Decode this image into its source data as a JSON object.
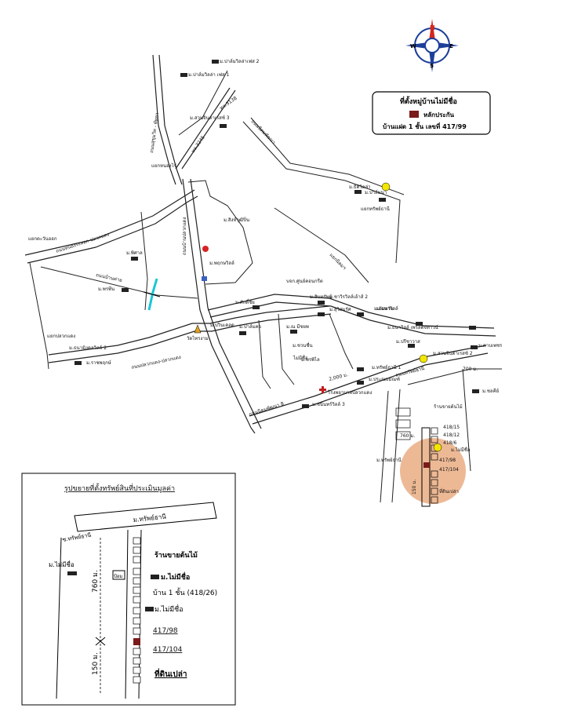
{
  "compass": {
    "n": "N",
    "s": "S",
    "e": "E",
    "w": "W"
  },
  "legend": {
    "title": "ที่ตั้งหมู่บ้านไม่มีชื่อ",
    "marker_label": "หลักประกัน",
    "property": "บ้านแฝด 1 ชั้น เลขที่ 417/99"
  },
  "colors": {
    "collateral": "#7a1a1a",
    "highlight_circle": "#e8a77a",
    "marker_yellow": "#f2e600",
    "river_arrow": "#19c6d6"
  },
  "map": {
    "places": {
      "p1": "ม.ปาล์มวิลล่าเฟส 2",
      "p2": "ม.ปาล์มวิลล่า เฟส 1",
      "p3": "ม.สวนจินดาเรสซ์ 3",
      "p4": "ม.ธิติวิลล่า",
      "p5": "ม.ปาล์มนา",
      "p6": "ม.สิงห์วุฒิปิ่น",
      "p7": "ม.พฤกษวิลล์",
      "p8": "ม.ศักดิ์ชัย",
      "p9": "ม.พิศาล",
      "p10": "ม.พรพีน",
      "p11": "ม.สินทรัพย์",
      "p12": "ม.ชาวิรวิลล์เฮ้าส์ 2",
      "p13": "ม.สุวิสมรัศ",
      "p14": "ม.ธนาวิลล์",
      "p15": "ม.ปวินเคลด",
      "p16": "ม.ปาล์มคว",
      "p17": "ม.ณ มีชยพ",
      "p18": "วัดไทรงาม",
      "p19": "ม.ธนาวิลล์ เพรสติจทาวน์",
      "p20": "ม.ปรีชาวาส",
      "p21": "ม.ทรัพย์ธานี 1",
      "p22": "ม.ประณบมัณฑ์",
      "p23": "ม.ดาบเพชร",
      "p24": "ม.ชลคีย์",
      "p25": "ม.ธนามิงคลวิลล์ 2",
      "p26": "ม.ราชพฤกษ์",
      "p27": "ม.สวนจินดาเรสซ์ 2",
      "p28": "บจก.ศูนย์คอนกรีต",
      "p29": "โรงพยาบาลปลวกแดง",
      "p30": "ม.ชนินทร์วิลล์ 3",
      "p31": "ม.พรพิไล",
      "p32": "ม.อัมพวัน",
      "p33": "ไม่มีชื่อ",
      "p34": "ม.ชวนชื่น"
    },
    "roads": {
      "r1": "ถนนสุขุมวิท - พัทยา",
      "r2": "ทล.3245",
      "r3": "ถนนนิคมพัฒนา",
      "r4": "แยกตะวันออก",
      "r5": "ถนนหนองระลอก-ปลวกแดง",
      "r6": "แยกปลวกแดง",
      "r7": "ถนนปลวกแดง-ปลวกแดง",
      "r8": "ถนนบ้านค่าย",
      "r9": "ถนนนิคมพัฒนา 8",
      "r10": "ถนนทรัพย์ธานี",
      "r11": "แยกทรัพย์ธานี",
      "r12": "ทล.3138",
      "r13": "แยกหนองไร่",
      "r14": "แยกนิคมฯ",
      "r15": "ถนนบ้านปลวกแดง"
    },
    "distances": {
      "d1": "760 ม.",
      "d2": "2,000 ม.",
      "d3": "700 ม.",
      "d4": "150 ม."
    },
    "inset_labels": {
      "shop": "ร้านขายต้นไม้",
      "n1": "418/15",
      "n2": "418/12",
      "n3": "418/6",
      "unnamed": "ม.ไม่มีชื่อ",
      "n4": "417/98",
      "n5": "417/104",
      "land": "ที่ดินเปล่า",
      "sap": "ม.ทรัพย์ธานี"
    }
  },
  "detail": {
    "title": "รูปขยายที่ตั้งทรัพย์สินที่ประเมินมูลค่า",
    "road_top": "ม.ทรัพย์ธานี",
    "road_corner": "ซ.ทรัพย์ธานี",
    "left_village": "ม.ไม่มีชื่อ",
    "shop": "ร้านขายต้นไม้",
    "unnamed1": "ม.ไม่มีชื่อ",
    "house": "บ้าน 1 ชั้น (418/26)",
    "unnamed2": "ม.ไม่มีชื่อ",
    "p1": "417/98",
    "p2": "417/104",
    "land": "ที่ดินเปล่า",
    "d1": "760 ม.",
    "d2": "150 ม.",
    "gate": "ป้อม"
  }
}
